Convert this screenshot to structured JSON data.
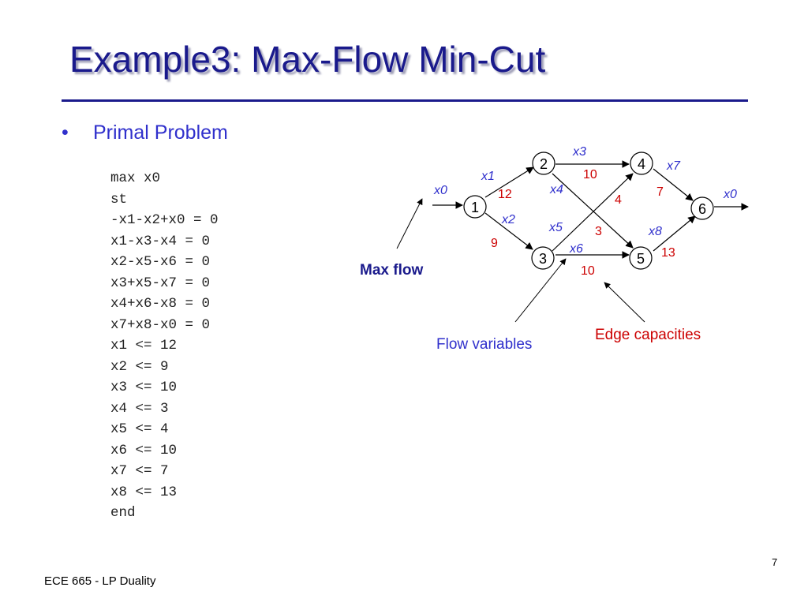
{
  "title": "Example3: Max-Flow Min-Cut",
  "bullet": "Primal Problem",
  "code_lines": [
    "max x0",
    "st",
    "-x1-x2+x0 = 0",
    "x1-x3-x4 = 0",
    "x2-x5-x6 = 0",
    "x3+x5-x7 = 0",
    "x4+x6-x8 = 0",
    "x7+x8-x0 = 0",
    "x1 <= 12",
    "x2 <= 9",
    "x3 <= 10",
    "x4 <= 3",
    "x5 <= 4",
    "x6 <= 10",
    "x7 <= 7",
    "x8 <= 13",
    "end"
  ],
  "graph": {
    "nodes": [
      "1",
      "2",
      "3",
      "4",
      "5",
      "6"
    ],
    "edges": [
      {
        "from": "1",
        "to": "2",
        "variable": "x1",
        "capacity": "12"
      },
      {
        "from": "1",
        "to": "3",
        "variable": "x2",
        "capacity": "9"
      },
      {
        "from": "2",
        "to": "4",
        "variable": "x3",
        "capacity": "10"
      },
      {
        "from": "2",
        "to": "5",
        "variable": "x4",
        "capacity": "3"
      },
      {
        "from": "3",
        "to": "4",
        "variable": "x5",
        "capacity": "4"
      },
      {
        "from": "3",
        "to": "5",
        "variable": "x6",
        "capacity": "10"
      },
      {
        "from": "4",
        "to": "6",
        "variable": "x7",
        "capacity": "7"
      },
      {
        "from": "5",
        "to": "6",
        "variable": "x8",
        "capacity": "13"
      }
    ],
    "source_flow_label": "x0",
    "sink_flow_label": "x0"
  },
  "annotations": {
    "max_flow": "Max flow",
    "flow_variables": "Flow variables",
    "edge_capacities": "Edge capacities"
  },
  "colors": {
    "title": "#1a1a8c",
    "bullet": "#3030cc",
    "variable": "#3030cc",
    "capacity": "#cc0000"
  },
  "footer": "ECE 665 - LP Duality",
  "page_number": "7"
}
